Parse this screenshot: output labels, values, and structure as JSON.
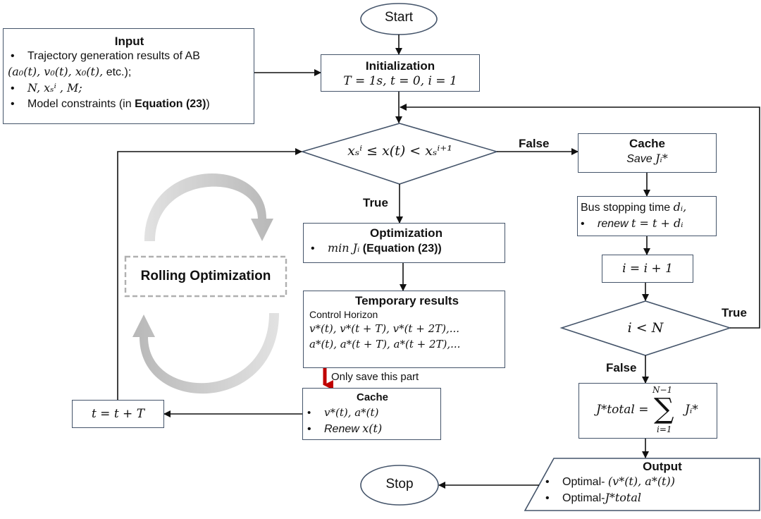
{
  "start": {
    "label": "Start"
  },
  "stop": {
    "label": "Stop"
  },
  "input": {
    "title": "Input",
    "line1": "Trajectory generation results of AB",
    "line2_math": "(a₀(t), v₀(t), x₀(t),",
    "line2_text": " etc.);",
    "line3_math": "N,  xₛⁱ , M;",
    "line4_text": "Model constraints (in ",
    "line4_bold": "Equation (23)",
    "line4_end": ")"
  },
  "init": {
    "title": "Initialization",
    "formula": "T = 1s, t = 0, i = 1"
  },
  "decision1": {
    "formula": "xₛⁱ ≤ x(t) < xₛⁱ⁺¹",
    "false_label": "False",
    "true_label": "True"
  },
  "optimization": {
    "title": "Optimization",
    "formula": "min Jᵢ",
    "eq_text": " (Equation (23))"
  },
  "temporary": {
    "title": "Temporary results",
    "subtitle": "Control Horizon",
    "row1_first": "v*(t)",
    "row1_rest": ", v*(t + T), v*(t + 2T),...",
    "row2_first": "a*(t)",
    "row2_rest": ", a*(t + T), a*(t + 2T),..."
  },
  "save_note": "Only save this part",
  "cache_left": {
    "title": "Cache",
    "item1": "v*(t), a*(t)",
    "item2_text": "Renew ",
    "item2_math": "x(t)"
  },
  "time_update": {
    "formula": "t = t + T"
  },
  "rolling": {
    "label": "Rolling Optimization"
  },
  "cache_right": {
    "title": "Cache",
    "text": "Save ",
    "math": "Jᵢ*"
  },
  "bus": {
    "line1_text": "Bus stopping time ",
    "line1_math": "dᵢ,",
    "line2_text": "renew ",
    "line2_math": "t = t + dᵢ"
  },
  "increment": {
    "formula": "i = i + 1"
  },
  "decision2": {
    "formula": "i < N",
    "true_label": "True",
    "false_label": "False"
  },
  "total": {
    "lhs": "J*total =",
    "sum_top": "N−1",
    "sum_bottom": "i=1",
    "rhs": "Jᵢ*"
  },
  "output": {
    "title": "Output",
    "item1_text": "Optimal- ",
    "item1_math": "(v*(t), a*(t))",
    "item2_text": "Optimal-",
    "item2_math": "J*total"
  },
  "colors": {
    "box_border": "#44546a",
    "arrow": "#111111",
    "highlight": "#c00000",
    "rolling_arrows": "#c8c8c8"
  }
}
